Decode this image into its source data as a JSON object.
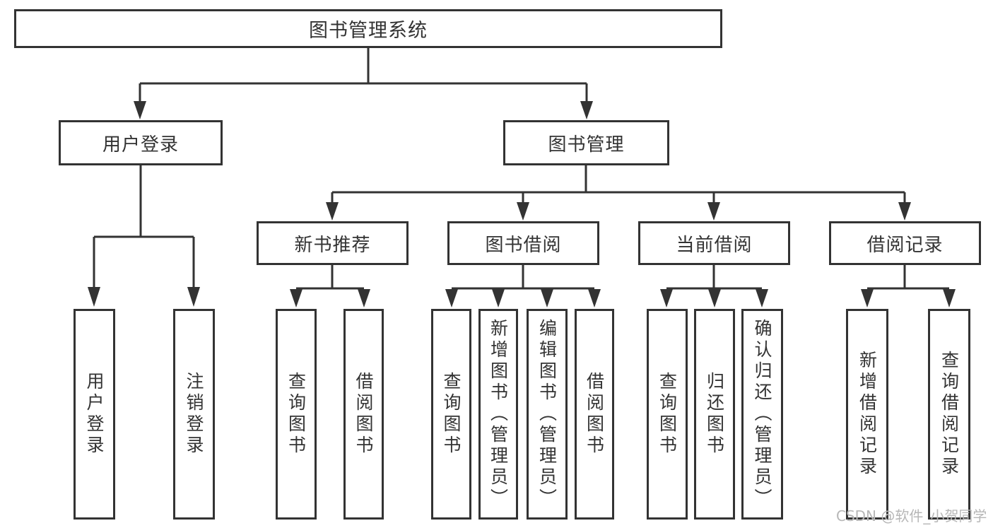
{
  "diagram": {
    "root": {
      "label": "图书管理系统"
    },
    "level2": [
      {
        "label": "用户登录"
      },
      {
        "label": "图书管理"
      }
    ],
    "level3": [
      {
        "label": "新书推荐"
      },
      {
        "label": "图书借阅"
      },
      {
        "label": "当前借阅"
      },
      {
        "label": "借阅记录"
      }
    ],
    "leaves": [
      {
        "label": "用户登录"
      },
      {
        "label": "注销登录"
      },
      {
        "label": "查询图书"
      },
      {
        "label": "借阅图书"
      },
      {
        "label": "查询图书"
      },
      {
        "label": "新增图书（管理员）"
      },
      {
        "label": "编辑图书（管理员）"
      },
      {
        "label": "借阅图书"
      },
      {
        "label": "查询图书"
      },
      {
        "label": "归还图书"
      },
      {
        "label": "确认归还（管理员）"
      },
      {
        "label": "新增借阅记录"
      },
      {
        "label": "查询借阅记录"
      }
    ],
    "watermark": "CSDN @软件_小贺同学",
    "colors": {
      "stroke": "#333333",
      "text": "#333333",
      "watermark": "#b7b7b7",
      "background": "#ffffff"
    }
  }
}
